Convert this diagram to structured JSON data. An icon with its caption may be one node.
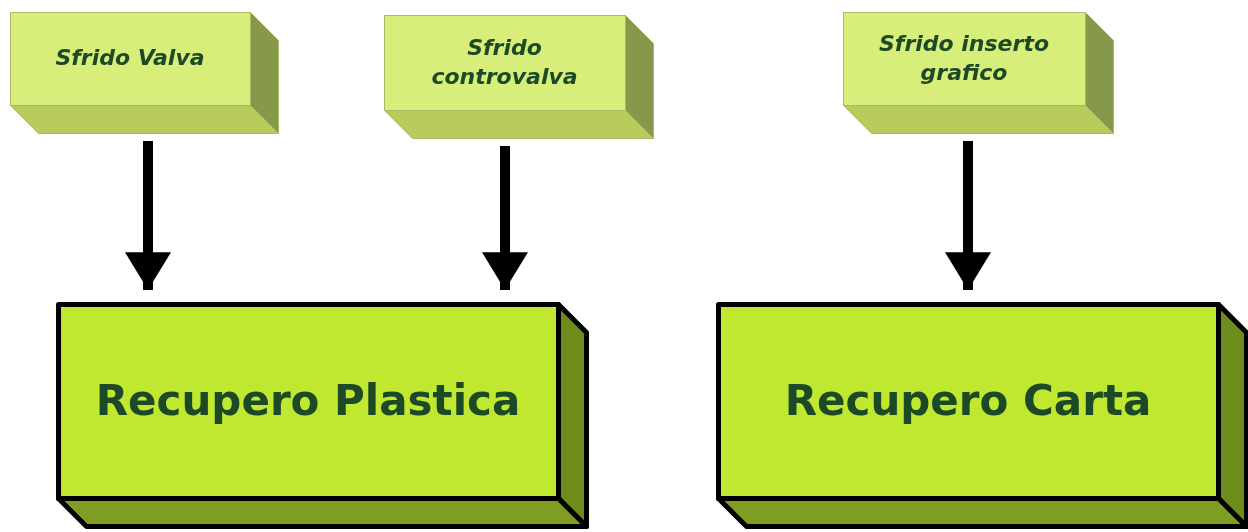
{
  "diagram": {
    "nodes": [
      {
        "text": [
          "Sfrido Valva"
        ]
      },
      {
        "text": [
          "Sfrido controvalva"
        ]
      },
      {
        "text": [
          "Sfrido inserto grafico"
        ]
      },
      {
        "text": [
          "Recupero Plastica"
        ]
      },
      {
        "text": [
          "Recupero Carta"
        ]
      }
    ],
    "edges": [
      {
        "from": 0,
        "to": 3,
        "arrow": "to"
      },
      {
        "from": 1,
        "to": 3,
        "arrow": "to"
      },
      {
        "from": 2,
        "to": 4,
        "arrow": "to"
      }
    ]
  }
}
